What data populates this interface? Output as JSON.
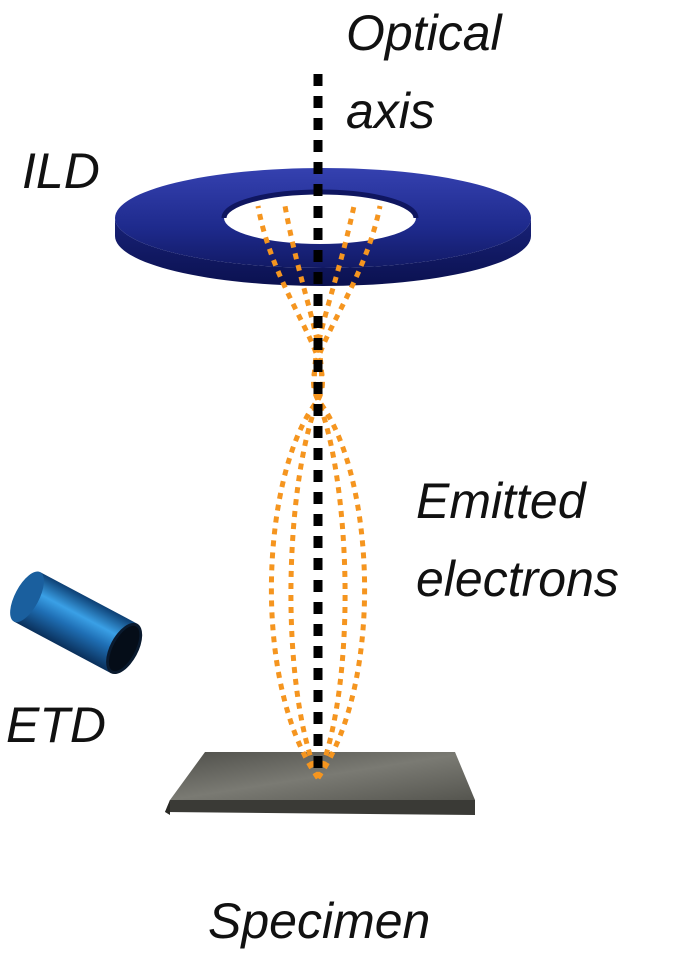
{
  "labels": {
    "optical_axis_line1": "Optical",
    "optical_axis_line2": "axis",
    "ild": "ILD",
    "emitted_line1": "Emitted",
    "emitted_line2": "electrons",
    "etd": "ETD",
    "specimen": "Specimen"
  },
  "colors": {
    "ild_disk": "#1e2a8c",
    "ild_disk_edge": "#0f1660",
    "electron_paths": "#f5951f",
    "optical_axis": "#000000",
    "etd_cylinder": "#1f6fb5",
    "specimen_top": "#5e5e58",
    "specimen_side": "#2f2f2b"
  }
}
